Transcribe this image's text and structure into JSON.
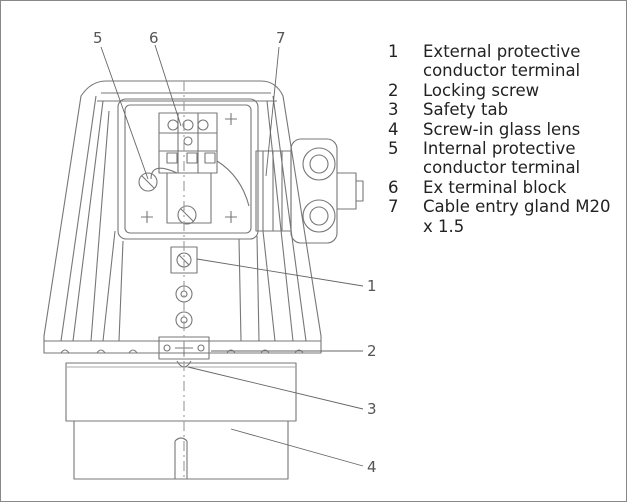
{
  "callouts": {
    "c1": "1",
    "c2": "2",
    "c3": "3",
    "c4": "4",
    "c5": "5",
    "c6": "6",
    "c7": "7"
  },
  "legend": {
    "items": [
      {
        "num": "1",
        "text": "External protective conductor terminal"
      },
      {
        "num": "2",
        "text": "Locking screw"
      },
      {
        "num": "3",
        "text": "Safety tab"
      },
      {
        "num": "4",
        "text": "Screw-in glass lens"
      },
      {
        "num": "5",
        "text": "Internal protective conductor terminal"
      },
      {
        "num": "6",
        "text": "Ex terminal block"
      },
      {
        "num": "7",
        "text": "Cable entry gland M20 x 1.5"
      }
    ]
  }
}
